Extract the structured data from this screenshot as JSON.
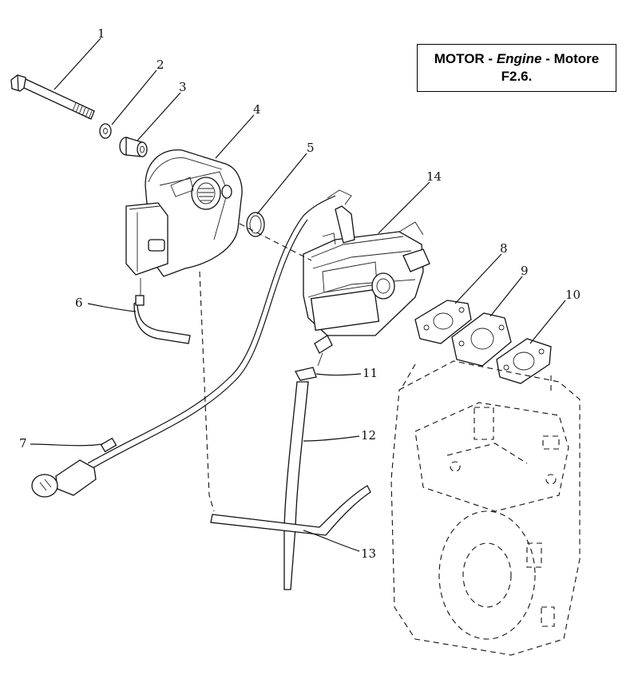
{
  "title": {
    "motor": "MOTOR",
    "sep1": " - ",
    "engine": "Engine",
    "sep2": " - ",
    "motore": "Motore",
    "code": "F2.6."
  },
  "callouts": [
    "1",
    "2",
    "3",
    "4",
    "5",
    "6",
    "7",
    "8",
    "9",
    "10",
    "11",
    "12",
    "13",
    "14"
  ]
}
